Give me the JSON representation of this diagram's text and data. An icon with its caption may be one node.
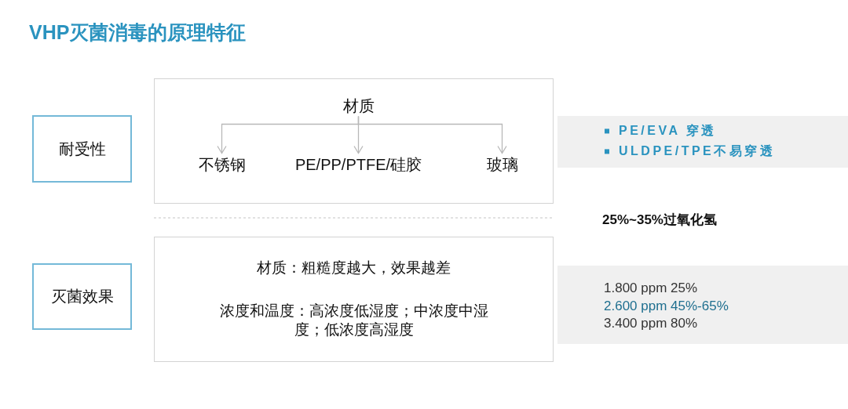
{
  "diagram": {
    "title": "VHP灭菌消毒的原理特征",
    "nodes": [
      {
        "text": [
          "耐受性"
        ]
      },
      {
        "text": [],
        "shape": "box"
      },
      {
        "text": [
          "材质"
        ],
        "in": 1
      },
      {
        "text": [
          "不锈钢"
        ],
        "in": 1
      },
      {
        "text": [
          "PE/PP/PTFE/硅胶"
        ],
        "in": 1
      },
      {
        "text": [
          "玻璃"
        ],
        "in": 1
      },
      {
        "text": [
          "PE/EVA 穿透",
          "ULDPE/TPE不易穿透"
        ]
      },
      {
        "text": [
          "灭菌效果"
        ]
      },
      {
        "text": [
          "材质：粗糙度越大，效果越差",
          "浓度和温度：高浓度低湿度；中浓度中湿度；低浓度高湿度"
        ]
      },
      {
        "text": [
          "1.800 ppm 25%",
          "2.600 ppm 45%-65%",
          "3.400 ppm 80%"
        ]
      }
    ],
    "edges": [
      {
        "from": 2,
        "to": 3,
        "arrow": "to"
      },
      {
        "from": 2,
        "to": 4,
        "arrow": "to"
      },
      {
        "from": 2,
        "to": 5,
        "arrow": "to"
      }
    ],
    "labels": [
      "25%~35%过氧化氢"
    ]
  }
}
